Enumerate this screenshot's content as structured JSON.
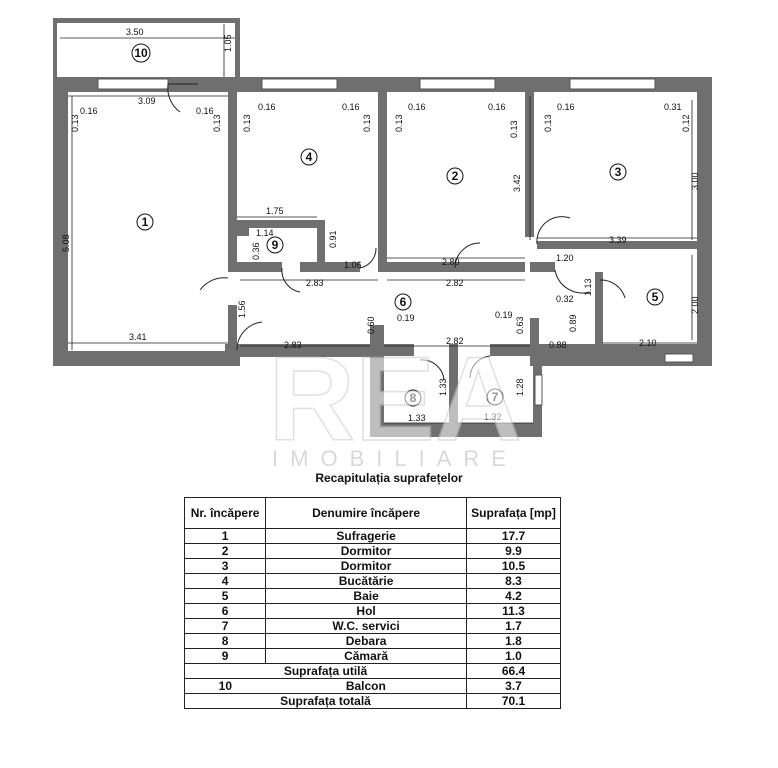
{
  "plan": {
    "rooms": [
      {
        "num": "1"
      },
      {
        "num": "2"
      },
      {
        "num": "3"
      },
      {
        "num": "4"
      },
      {
        "num": "5"
      },
      {
        "num": "6"
      },
      {
        "num": "7"
      },
      {
        "num": "8"
      },
      {
        "num": "9"
      },
      {
        "num": "10"
      }
    ],
    "dims": [
      "3.50",
      "1.05",
      "3.09",
      "0.16",
      "0.16",
      "0.13",
      "0.13",
      "0.16",
      "0.16",
      "0.13",
      "0.13",
      "0.16",
      "0.16",
      "0.13",
      "0.13",
      "0.16",
      "0.31",
      "0.13",
      "0.12",
      "5.08",
      "3.41",
      "1.75",
      "1.14",
      "0.36",
      "0.91",
      "1.06",
      "3.42",
      "2.80",
      "3.00",
      "3.39",
      "1.20",
      "1.13",
      "2.00",
      "0.32",
      "0.89",
      "0.88",
      "2.10",
      "2.83",
      "2.82",
      "1.56",
      "2.83",
      "0.60",
      "0.19",
      "0.19",
      "0.63",
      "2.82",
      "1.33",
      "1.33",
      "1.28",
      "1.32"
    ],
    "watermark": {
      "main": "REA",
      "sub": "IMOBILIARE"
    }
  },
  "summary": {
    "title": "Recapitulația suprafețelor",
    "headers": {
      "nr": "Nr. încăpere",
      "name": "Denumire încăpere",
      "area": "Suprafața [mp]"
    },
    "rows": [
      {
        "nr": "1",
        "name": "Sufragerie",
        "area": "17.7"
      },
      {
        "nr": "2",
        "name": "Dormitor",
        "area": "9.9"
      },
      {
        "nr": "3",
        "name": "Dormitor",
        "area": "10.5"
      },
      {
        "nr": "4",
        "name": "Bucătărie",
        "area": "8.3"
      },
      {
        "nr": "5",
        "name": "Baie",
        "area": "4.2"
      },
      {
        "nr": "6",
        "name": "Hol",
        "area": "11.3"
      },
      {
        "nr": "7",
        "name": "W.C. servici",
        "area": "1.7"
      },
      {
        "nr": "8",
        "name": "Debara",
        "area": "1.8"
      },
      {
        "nr": "9",
        "name": "Cămară",
        "area": "1.0"
      }
    ],
    "useful": {
      "label": "Suprafața utilă",
      "area": "66.4"
    },
    "balcony": {
      "nr": "10",
      "name": "Balcon",
      "area": "3.7"
    },
    "total": {
      "label": "Suprafața totală",
      "area": "70.1"
    }
  }
}
